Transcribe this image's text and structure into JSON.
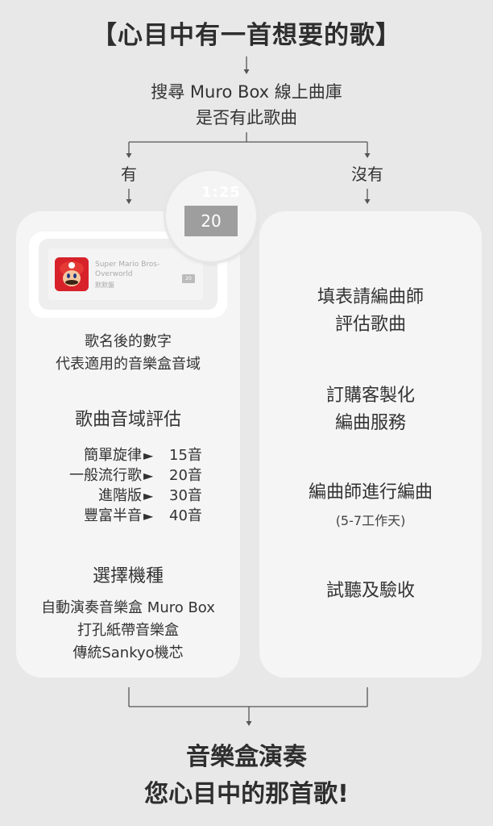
{
  "title": "【心目中有一首想要的歌】",
  "search": {
    "line1": "搜尋 Muro Box 線上曲庫",
    "line2": "是否有此歌曲"
  },
  "branches": {
    "yes": "有",
    "no": "沒有"
  },
  "example_card": {
    "time": "1:25",
    "badge": "20",
    "song_title": "Super Mario Bros-Overworld",
    "song_artist": "默默盤",
    "small_badge": "20"
  },
  "left": {
    "note_line1": "歌名後的數字",
    "note_line2": "代表適用的音樂盒音域",
    "range_heading": "歌曲音域評估",
    "ranges": [
      {
        "name": "簡單旋律",
        "arrow": "►",
        "value": "15音"
      },
      {
        "name": "一般流行歌",
        "arrow": "►",
        "value": "20音"
      },
      {
        "name": "進階版",
        "arrow": "►",
        "value": "30音"
      },
      {
        "name": "豐富半音",
        "arrow": "►",
        "value": "40音"
      }
    ],
    "model_heading": "選擇機種",
    "models": [
      "自動演奏音樂盒 Muro Box",
      "打孔紙帶音樂盒",
      "傳統Sankyo機芯"
    ]
  },
  "right": {
    "step1_line1": "填表請編曲師",
    "step1_line2": "評估歌曲",
    "step2_line1": "訂購客製化",
    "step2_line2": "編曲服務",
    "step3": "編曲師進行編曲",
    "step3_note": "(5-7工作天)",
    "step4": "試聽及驗收"
  },
  "footer": {
    "line1": "音樂盒演奏",
    "line2": "您心目中的那首歌!"
  }
}
